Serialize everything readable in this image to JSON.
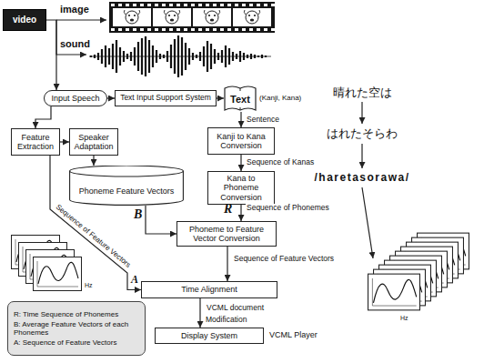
{
  "diagram": {
    "nodes": [
      {
        "text": [
          "video"
        ]
      },
      {
        "text": [
          "Input Speech"
        ]
      },
      {
        "text": [
          "Text Input Support System"
        ]
      },
      {
        "text": [
          "Text",
          "(Kanji, Kana)"
        ]
      },
      {
        "text": [
          "Feature Extraction"
        ]
      },
      {
        "text": [
          "Speaker Adaptation"
        ]
      },
      {
        "text": [
          "Phoneme Feature Vectors"
        ]
      },
      {
        "text": [
          "Kanji to Kana Conversion"
        ]
      },
      {
        "text": [
          "Kana to Phoneme Conversion"
        ]
      },
      {
        "text": [
          "Phoneme to Feature Vector Conversion"
        ]
      },
      {
        "text": [
          "Time Alignment"
        ]
      },
      {
        "text": [
          "Display System"
        ]
      },
      {
        "text": [
          "R: Time Sequence of Phonemes",
          "B: Average Feature Vectors of each Phonemes",
          "A: Sequence of Feature Vectors"
        ]
      }
    ],
    "edges": [
      {
        "from": 0,
        "to": 1,
        "arrow": "to"
      },
      {
        "from": 1,
        "to": 2,
        "arrow": "to"
      },
      {
        "from": 2,
        "to": 3,
        "arrow": "to"
      },
      {
        "from": 1,
        "to": 4,
        "arrow": "to"
      },
      {
        "from": 4,
        "to": 5,
        "arrow": "to"
      },
      {
        "from": 5,
        "to": 6,
        "arrow": "to"
      },
      {
        "from": 6,
        "to": 9,
        "label": "B",
        "arrow": "to"
      },
      {
        "from": 3,
        "to": 7,
        "label": "Sentence",
        "arrow": "to"
      },
      {
        "from": 7,
        "to": 8,
        "label": "Sequence of Kanas",
        "arrow": "to"
      },
      {
        "from": 8,
        "to": 9,
        "label": "Sequence of Phonemes",
        "arrow": "to"
      },
      {
        "from": 9,
        "to": 10,
        "label": "Sequence of Feature Vectors",
        "arrow": "to"
      },
      {
        "from": 4,
        "to": 10,
        "label": "Sequence of Feature Vectors",
        "arrow": "to"
      },
      {
        "from": 10,
        "to": 11,
        "label": "VCML document",
        "arrow": "to"
      }
    ],
    "labels": [
      "image",
      "sound",
      "R",
      "A",
      "Modification",
      "VCML Player",
      "Hz",
      "晴れた空は",
      "はれたそらわ",
      "/haretasorawa/",
      "Hz"
    ]
  }
}
